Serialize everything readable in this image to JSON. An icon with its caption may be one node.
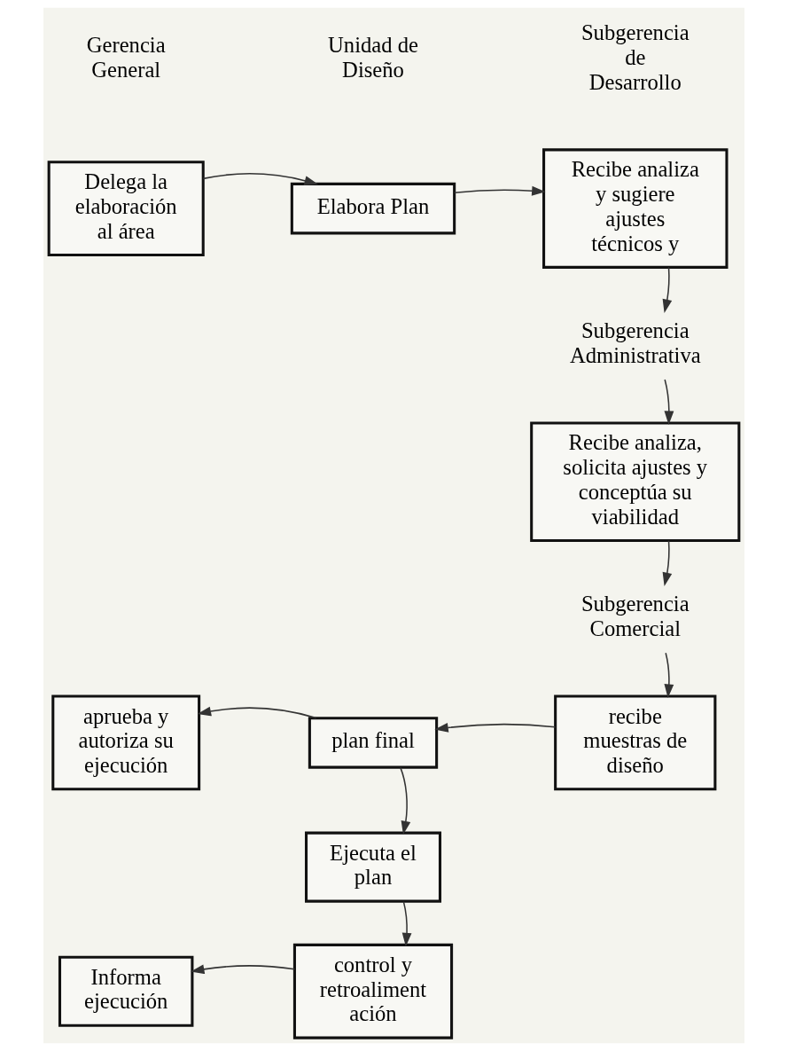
{
  "diagram": {
    "nodes": [
      {
        "text": [
          "Delega la elaboración al área"
        ]
      },
      {
        "text": [
          "Elabora Plan"
        ]
      },
      {
        "text": [
          "Recibe analiza y sugiere ajustes técnicos y"
        ]
      },
      {
        "text": [
          "Subgerencia Administrativa"
        ]
      },
      {
        "text": [
          "Recibe analiza, solicita ajustes y conceptúa su viabilidad"
        ]
      },
      {
        "text": [
          "Subgerencia Comercial"
        ]
      },
      {
        "text": [
          "aprueba y autoriza su ejecución"
        ]
      },
      {
        "text": [
          "plan final"
        ]
      },
      {
        "text": [
          "recibe muestras de diseño"
        ]
      },
      {
        "text": [
          "Ejecuta el plan"
        ]
      },
      {
        "text": [
          "Informa ejecución"
        ]
      },
      {
        "text": [
          "control y retroaliment ación"
        ]
      }
    ],
    "edges": [
      {
        "from": 0,
        "to": 1,
        "arrow": "to"
      },
      {
        "from": 1,
        "to": 2,
        "arrow": "to"
      },
      {
        "from": 2,
        "to": 3,
        "arrow": "to"
      },
      {
        "from": 3,
        "to": 4,
        "arrow": "to"
      },
      {
        "from": 4,
        "to": 5,
        "arrow": "to"
      },
      {
        "from": 5,
        "to": 8,
        "arrow": "to"
      },
      {
        "from": 8,
        "to": 7,
        "arrow": "to"
      },
      {
        "from": 7,
        "to": 6,
        "arrow": "to"
      },
      {
        "from": 7,
        "to": 9,
        "arrow": "to"
      },
      {
        "from": 9,
        "to": 11,
        "arrow": "to"
      },
      {
        "from": 11,
        "to": 10,
        "arrow": "to"
      }
    ],
    "labels": [
      "Gerencia General",
      "Unidad de Diseño",
      "Subgerencia de Desarrollo"
    ]
  }
}
